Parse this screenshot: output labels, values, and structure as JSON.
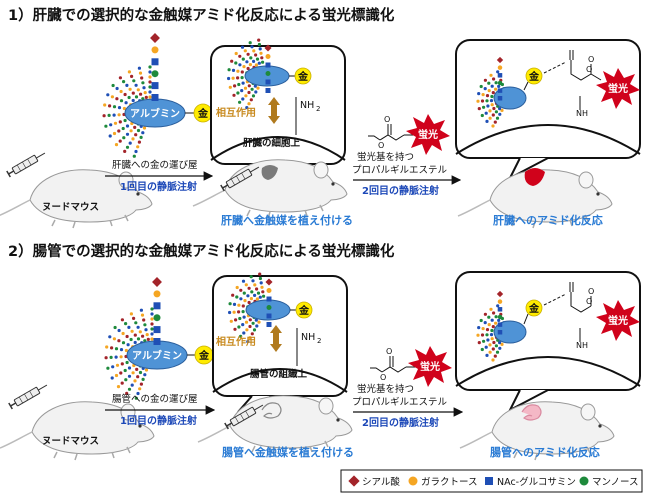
{
  "panel1": {
    "title": "1）肝臓での選択的な金触媒アミド化反応による蛍光標識化",
    "albumin": "アルブミン",
    "gold": "金",
    "interaction": "相互作用",
    "surface": "肝臓の細胞上",
    "nh2": "NH",
    "carrier": "肝臓への金の運び屋",
    "first_injection": "1回目の静脈注射",
    "mouse": "ヌードマウス",
    "implant": "肝臓へ金触媒を植え付ける",
    "fluor_ester_1": "蛍光基を持つ",
    "fluor_ester_2": "プロパルギルエステル",
    "second_injection": "2回目の静脈注射",
    "fluor": "蛍光",
    "result": "肝臓へのアミド化反応"
  },
  "panel2": {
    "title": "2）腸管での選択的な金触媒アミド化反応による蛍光標識化",
    "albumin": "アルブミン",
    "gold": "金",
    "interaction": "相互作用",
    "surface": "腸管の組織上",
    "nh2": "NH",
    "carrier": "腸管への金の運び屋",
    "first_injection": "1回目の静脈注射",
    "mouse": "ヌードマウス",
    "implant": "腸管へ金触媒を植え付ける",
    "fluor_ester_1": "蛍光基を持つ",
    "fluor_ester_2": "プロパルギルエステル",
    "second_injection": "2回目の静脈注射",
    "fluor": "蛍光",
    "result": "腸管へのアミド化反応"
  },
  "legend": {
    "sialic": "シアル酸",
    "galactose": "ガラクトース",
    "glcnac": "NAc-グルコサミン",
    "mannose": "マンノース"
  },
  "colors": {
    "sialic": "#a3242a",
    "galactose": "#f5a623",
    "glcnac": "#1f4fb5",
    "mannose": "#1e8a3c",
    "albumin": "#4f93d6",
    "gold": "#ffeb00",
    "burst": "#d0021b",
    "blue_text": "#1c48b8",
    "caption": "#2a7bd4",
    "arrow": "#b07a1e"
  }
}
